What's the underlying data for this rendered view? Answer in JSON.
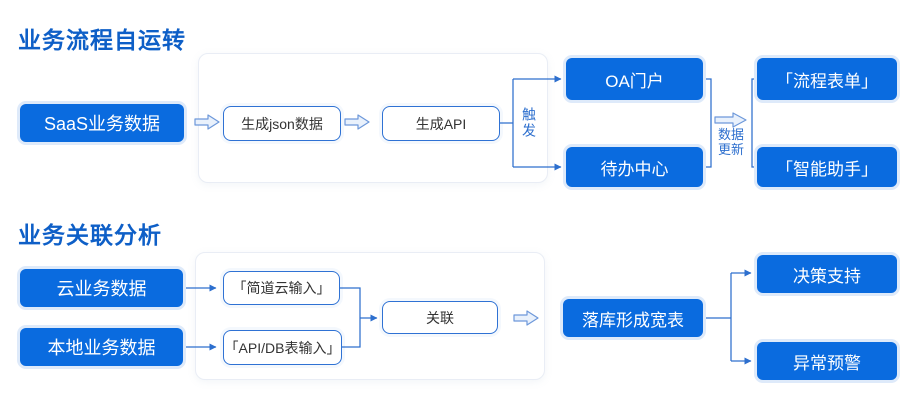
{
  "colors": {
    "primary_blue": "#0a6bdf",
    "title_blue": "#0e5fc7",
    "line_blue": "#2d6fce",
    "outline_border": "#2f72d4",
    "container_border": "#e9edf5",
    "glow_blue": "#deeafa",
    "arrow_fill": "#e9f1fc",
    "arrow_stroke": "#6d98da"
  },
  "sections": {
    "flow": {
      "title": "业务流程自运转",
      "nodes": {
        "saas": "SaaS业务数据",
        "gen_json": "生成json数据",
        "gen_api": "生成API",
        "trigger_label": "触发",
        "oa_portal": "OA门户",
        "todo_center": "待办中心",
        "data_update_label": "数据更新",
        "process_form": "「流程表单」",
        "smart_assistant": "「智能助手」"
      }
    },
    "analysis": {
      "title": "业务关联分析",
      "nodes": {
        "cloud_data": "云业务数据",
        "local_data": "本地业务数据",
        "jdy_input": "「简道云输入」",
        "api_db_input": "「API/DB表输入」",
        "associate": "关联",
        "wide_table": "落库形成宽表",
        "decision_support": "决策支持",
        "alert_warning": "异常预警"
      }
    }
  }
}
